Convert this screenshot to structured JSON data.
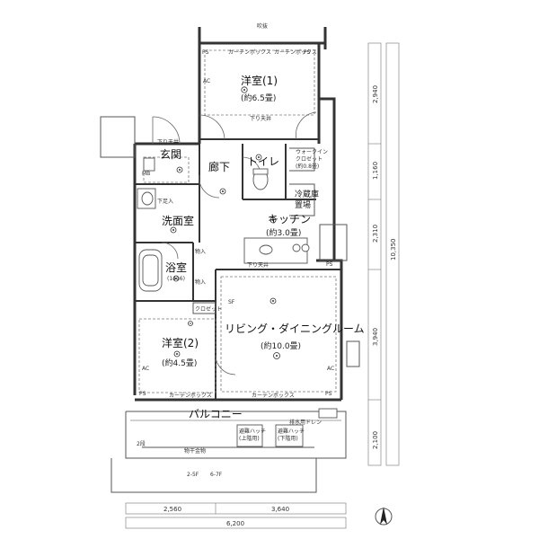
{
  "rooms": {
    "western1_name": "洋室(1)",
    "western1_size": "(約6.5畳)",
    "entrance": "玄関",
    "corridor": "廊下",
    "toilet": "トイレ",
    "walkin": "ウォークイン",
    "walkin2": "クロゼット",
    "walkin_size": "(約0.8畳)",
    "washroom": "洗面室",
    "fridge1": "冷蔵庫",
    "fridge2": "置場",
    "kitchen_name": "キッチン",
    "kitchen_size": "(約3.0畳)",
    "bath": "浴室",
    "bath_size": "(1416)",
    "closet": "クロゼット",
    "living_name": "リビング・ダイニングルーム",
    "living_size": "(約10.0畳)",
    "western2_name": "洋室(2)",
    "western2_size": "(約4.5畳)",
    "balcony": "バルコニー"
  },
  "labels": {
    "top_note": "吹抜",
    "ps": "PS",
    "curtain_box": "カーテンボックス",
    "lowered_ceiling": "下り天井",
    "storage": "物入",
    "shoe": "下足入",
    "hatch1a": "避難ハッチ",
    "hatch1b": "(上階用)",
    "hatch2a": "避難ハッチ",
    "hatch2b": "(下階用)",
    "drain": "排水用ドレン",
    "laundry": "物干金物",
    "fl1": "2-5F",
    "fl2": "6-7F",
    "two": "2段",
    "ac": "AC",
    "mb": "MB",
    "sf": "SF"
  },
  "dims": {
    "bottom_left": "2,560",
    "bottom_right": "3,640",
    "bottom_total": "6,200",
    "right1": "2,940",
    "right2": "1,160",
    "right3": "2,310",
    "right4": "3,940",
    "right5": "2,100",
    "right_total": "10,350"
  }
}
